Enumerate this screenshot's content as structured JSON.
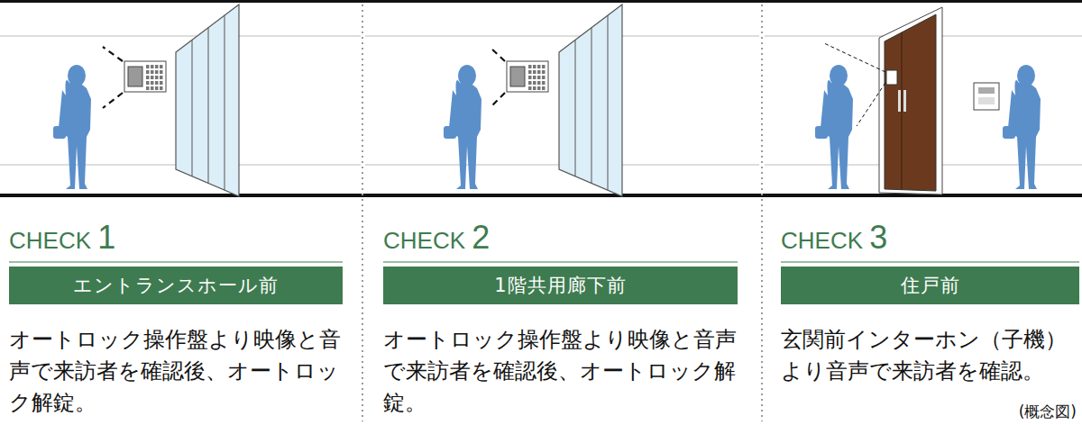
{
  "diagram": {
    "caption": "(概念図)",
    "nodes": [
      {
        "text": [
          "CHECK 1",
          "エントランスホール前"
        ]
      },
      {
        "text": [
          "CHECK 2",
          "1階共用廊下前"
        ]
      },
      {
        "text": [
          "CHECK 3",
          "住戸前"
        ]
      }
    ],
    "labels": [
      "オートロック操作盤より映像と音声で来訪者を確認後、オートロック解錠。",
      "オートロック操作盤より映像と音声で来訪者を確認後、オートロック解錠。",
      "玄関前インターホン（子機）より音声で来訪者を確認。"
    ]
  }
}
